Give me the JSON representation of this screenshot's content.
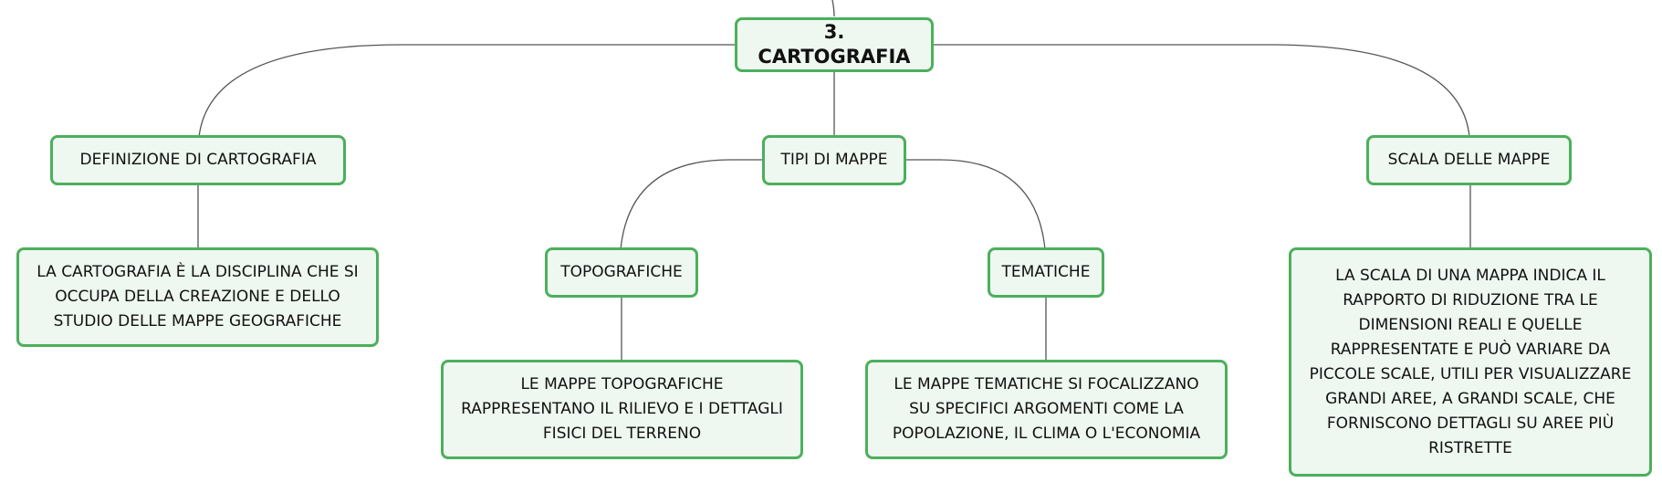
{
  "colors": {
    "node_fill": "#eef7f0",
    "node_border": "#4caf5c",
    "link": "#555555"
  },
  "root": {
    "label": "3. CARTOGRAFIA"
  },
  "branches": {
    "definizione": {
      "label": "DEFINIZIONE DI CARTOGRAFIA",
      "detail": "LA CARTOGRAFIA È LA DISCIPLINA CHE SI OCCUPA DELLA CREAZIONE E DELLO STUDIO DELLE MAPPE GEOGRAFICHE"
    },
    "tipi": {
      "label": "TIPI DI MAPPE",
      "topografiche": {
        "label": "TOPOGRAFICHE",
        "detail": "LE MAPPE TOPOGRAFICHE RAPPRESENTANO IL RILIEVO E I DETTAGLI FISICI DEL TERRENO"
      },
      "tematiche": {
        "label": "TEMATICHE",
        "detail": "LE MAPPE TEMATICHE SI FOCALIZZANO SU SPECIFICI ARGOMENTI COME LA POPOLAZIONE, IL CLIMA O L'ECONOMIA"
      }
    },
    "scala": {
      "label": "SCALA DELLE MAPPE",
      "detail": "LA SCALA DI UNA MAPPA INDICA IL RAPPORTO DI RIDUZIONE TRA LE DIMENSIONI REALI E QUELLE RAPPRESENTATE E PUÒ VARIARE DA PICCOLE SCALE, UTILI PER VISUALIZZARE GRANDI AREE, A GRANDI SCALE, CHE FORNISCONO DETTAGLI SU AREE PIÙ RISTRETTE"
    }
  }
}
